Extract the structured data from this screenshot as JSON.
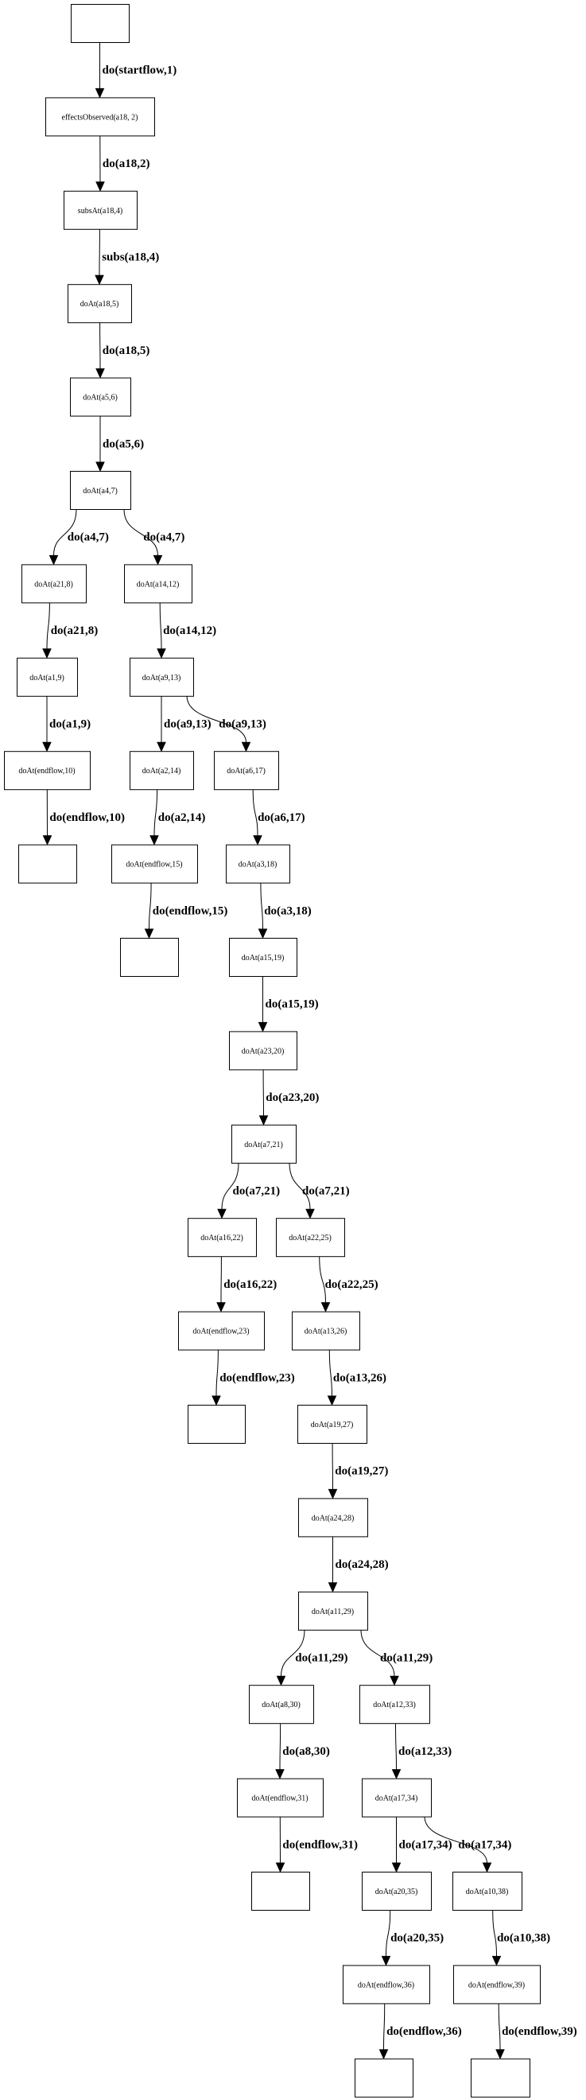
{
  "nodes": [
    {
      "id": "n0",
      "label": ""
    },
    {
      "id": "n1",
      "label": "effectsObserved(a18, 2)"
    },
    {
      "id": "n2",
      "label": "subsAt(a18,4)"
    },
    {
      "id": "n3",
      "label": "doAt(a18,5)"
    },
    {
      "id": "n4",
      "label": "doAt(a5,6)"
    },
    {
      "id": "n5",
      "label": "doAt(a4,7)"
    },
    {
      "id": "n6",
      "label": "doAt(a21,8)"
    },
    {
      "id": "n7",
      "label": "doAt(a14,12)"
    },
    {
      "id": "n8",
      "label": "doAt(a1,9)"
    },
    {
      "id": "n9",
      "label": "doAt(a9,13)"
    },
    {
      "id": "n10",
      "label": "doAt(endflow,10)"
    },
    {
      "id": "n11",
      "label": "doAt(a2,14)"
    },
    {
      "id": "n12",
      "label": "doAt(a6,17)"
    },
    {
      "id": "n13",
      "label": ""
    },
    {
      "id": "n14",
      "label": "doAt(endflow,15)"
    },
    {
      "id": "n15",
      "label": "doAt(a3,18)"
    },
    {
      "id": "n16",
      "label": ""
    },
    {
      "id": "n17",
      "label": "doAt(a15,19)"
    },
    {
      "id": "n18",
      "label": "doAt(a23,20)"
    },
    {
      "id": "n19",
      "label": "doAt(a7,21)"
    },
    {
      "id": "n20",
      "label": "doAt(a16,22)"
    },
    {
      "id": "n21",
      "label": "doAt(a22,25)"
    },
    {
      "id": "n22",
      "label": "doAt(endflow,23)"
    },
    {
      "id": "n23",
      "label": "doAt(a13,26)"
    },
    {
      "id": "n24",
      "label": ""
    },
    {
      "id": "n25",
      "label": "doAt(a19,27)"
    },
    {
      "id": "n26",
      "label": "doAt(a24,28)"
    },
    {
      "id": "n27",
      "label": "doAt(a11,29)"
    },
    {
      "id": "n28",
      "label": "doAt(a8,30)"
    },
    {
      "id": "n29",
      "label": "doAt(a12,33)"
    },
    {
      "id": "n30",
      "label": "doAt(endflow,31)"
    },
    {
      "id": "n31",
      "label": "doAt(a17,34)"
    },
    {
      "id": "n32",
      "label": ""
    },
    {
      "id": "n33",
      "label": "doAt(a20,35)"
    },
    {
      "id": "n34",
      "label": "doAt(a10,38)"
    },
    {
      "id": "n35",
      "label": "doAt(endflow,36)"
    },
    {
      "id": "n36",
      "label": "doAt(endflow,39)"
    },
    {
      "id": "n37",
      "label": ""
    },
    {
      "id": "n38",
      "label": ""
    }
  ],
  "edges": [
    {
      "from": 0,
      "to": 1,
      "label": "do(startflow,1)"
    },
    {
      "from": 1,
      "to": 2,
      "label": "do(a18,2)"
    },
    {
      "from": 2,
      "to": 3,
      "label": "subs(a18,4)"
    },
    {
      "from": 3,
      "to": 4,
      "label": "do(a18,5)"
    },
    {
      "from": 4,
      "to": 5,
      "label": "do(a5,6)"
    },
    {
      "from": 5,
      "to": 6,
      "label": "do(a4,7)"
    },
    {
      "from": 5,
      "to": 7,
      "label": "do(a4,7)"
    },
    {
      "from": 6,
      "to": 8,
      "label": "do(a21,8)"
    },
    {
      "from": 7,
      "to": 9,
      "label": "do(a14,12)"
    },
    {
      "from": 8,
      "to": 10,
      "label": "do(a1,9)"
    },
    {
      "from": 9,
      "to": 11,
      "label": "do(a9,13)"
    },
    {
      "from": 9,
      "to": 12,
      "label": "do(a9,13)"
    },
    {
      "from": 10,
      "to": 13,
      "label": "do(endflow,10)"
    },
    {
      "from": 11,
      "to": 14,
      "label": "do(a2,14)"
    },
    {
      "from": 12,
      "to": 15,
      "label": "do(a6,17)"
    },
    {
      "from": 14,
      "to": 16,
      "label": "do(endflow,15)"
    },
    {
      "from": 15,
      "to": 17,
      "label": "do(a3,18)"
    },
    {
      "from": 17,
      "to": 18,
      "label": "do(a15,19)"
    },
    {
      "from": 18,
      "to": 19,
      "label": "do(a23,20)"
    },
    {
      "from": 19,
      "to": 20,
      "label": "do(a7,21)"
    },
    {
      "from": 19,
      "to": 21,
      "label": "do(a7,21)"
    },
    {
      "from": 20,
      "to": 22,
      "label": "do(a16,22)"
    },
    {
      "from": 21,
      "to": 23,
      "label": "do(a22,25)"
    },
    {
      "from": 22,
      "to": 24,
      "label": "do(endflow,23)"
    },
    {
      "from": 23,
      "to": 25,
      "label": "do(a13,26)"
    },
    {
      "from": 25,
      "to": 26,
      "label": "do(a19,27)"
    },
    {
      "from": 26,
      "to": 27,
      "label": "do(a24,28)"
    },
    {
      "from": 27,
      "to": 28,
      "label": "do(a11,29)"
    },
    {
      "from": 27,
      "to": 29,
      "label": "do(a11,29)"
    },
    {
      "from": 28,
      "to": 30,
      "label": "do(a8,30)"
    },
    {
      "from": 29,
      "to": 31,
      "label": "do(a12,33)"
    },
    {
      "from": 30,
      "to": 32,
      "label": "do(endflow,31)"
    },
    {
      "from": 31,
      "to": 33,
      "label": "do(a17,34)"
    },
    {
      "from": 31,
      "to": 34,
      "label": "do(a17,34)"
    },
    {
      "from": 33,
      "to": 35,
      "label": "do(a20,35)"
    },
    {
      "from": 34,
      "to": 36,
      "label": "do(a10,38)"
    },
    {
      "from": 35,
      "to": 37,
      "label": "do(endflow,36)"
    },
    {
      "from": 36,
      "to": 38,
      "label": "do(endflow,39)"
    }
  ]
}
